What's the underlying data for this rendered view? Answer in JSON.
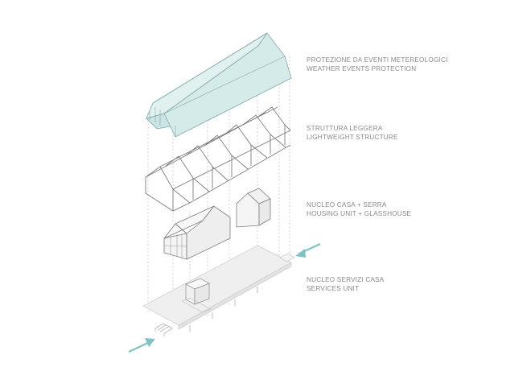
{
  "layers": [
    {
      "line1": "PROTEZIONE DA EVENTI METEREOLOGICI",
      "line2": "WEATHER EVENTS PROTECTION"
    },
    {
      "line1": "STRUTTURA LEGGERA",
      "line2": "LIGHTWEIGHT STRUCTURE"
    },
    {
      "line1": "NUCLEO CASA + SERRA",
      "line2": "HOUSING UNIT + GLASSHOUSE"
    },
    {
      "line1": "NUCLEO SERVIZI CASA",
      "line2": "SERVICES UNIT"
    }
  ],
  "colors": {
    "roof_fill": "#dcefee",
    "roof_stroke": "#7fa8a8",
    "arrow": "#7fc3c5",
    "line": "#7d7d7d",
    "deck_fill": "#ececec"
  },
  "icons": [
    "arrow-right-icon",
    "arrow-left-icon"
  ]
}
